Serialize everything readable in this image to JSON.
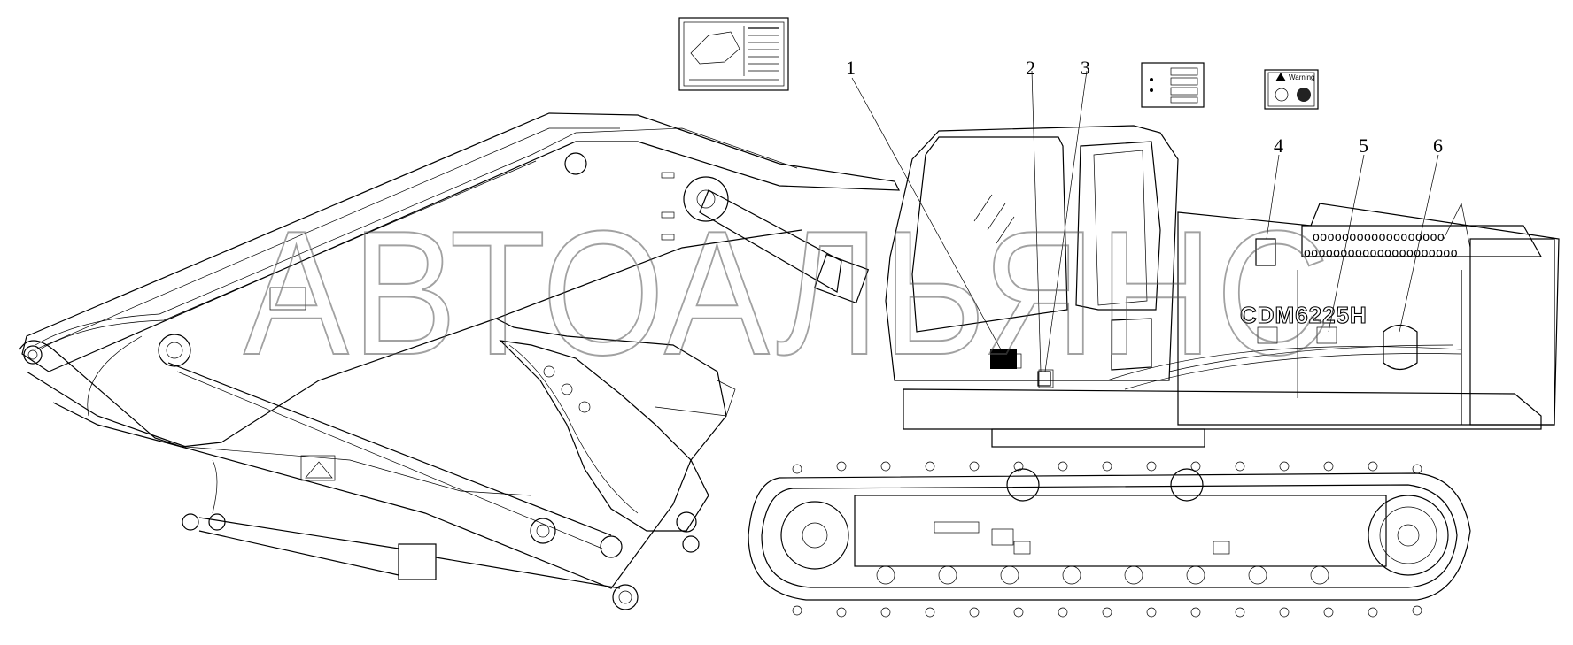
{
  "watermark": "АВТОАЛЬЯНС",
  "model_label": "CDM6225H",
  "warning_sign_text": "Warning",
  "callouts": [
    {
      "number": "1"
    },
    {
      "number": "2"
    },
    {
      "number": "3"
    },
    {
      "number": "4"
    },
    {
      "number": "5"
    },
    {
      "number": "6"
    }
  ]
}
